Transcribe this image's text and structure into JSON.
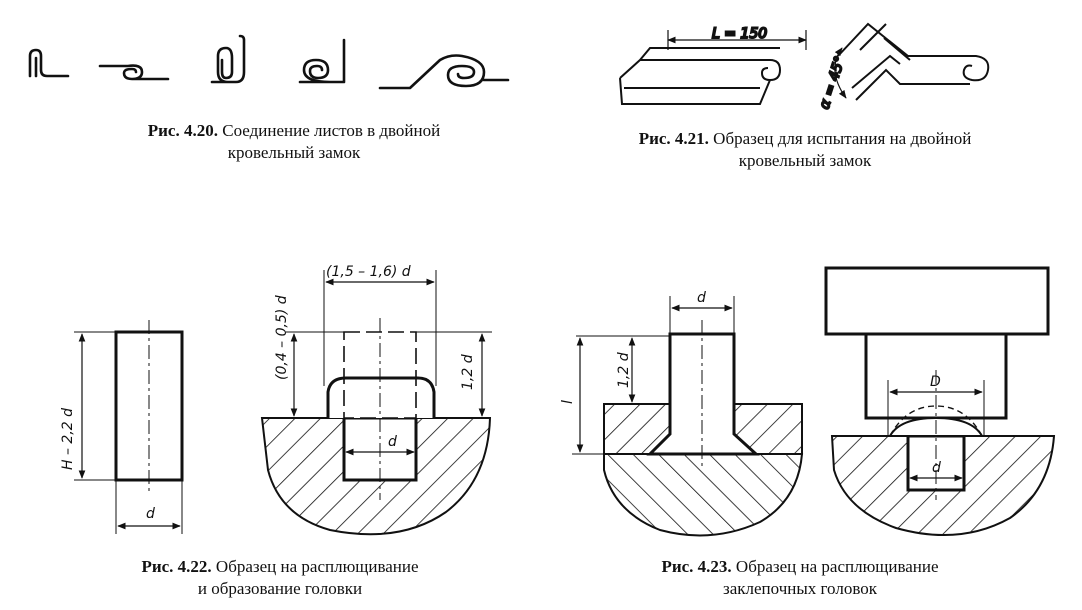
{
  "figures": [
    {
      "number": "Рис. 4.20.",
      "caption": "Соединение листов в двойной",
      "caption_line2": "кровельный замок"
    },
    {
      "number": "Рис. 4.21.",
      "caption": "Образец для испытания на двойной",
      "caption_line2": "кровельный замок",
      "labels": {
        "length": "L = 150",
        "angle": "α = 45°"
      }
    },
    {
      "number": "Рис. 4.22.",
      "caption": "Образец на расплющивание",
      "caption_line2": "и образование головки",
      "labels": {
        "height": "H – 2,2 d",
        "diameter_left": "d",
        "width": "(1,5 – 1,6) d",
        "top_offset": "(0,4 – 0,5) d",
        "head_height": "1,2 d",
        "diameter_right": "d"
      }
    },
    {
      "number": "Рис. 4.23.",
      "caption": "Образец на расплющивание",
      "caption_line2": "заклепочных головок",
      "labels": {
        "diameter_top": "d",
        "height": "1,2 d",
        "length": "l",
        "head_diameter": "D",
        "diameter_bottom": "d"
      }
    }
  ]
}
